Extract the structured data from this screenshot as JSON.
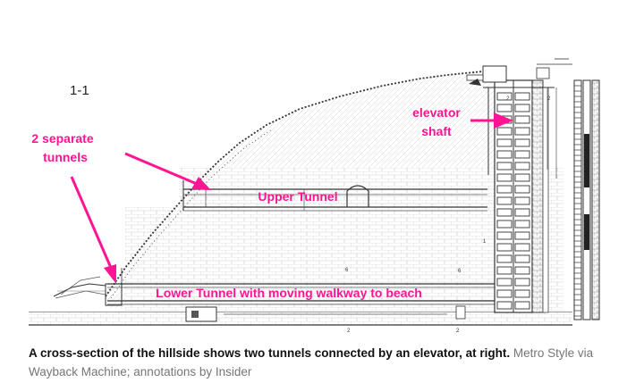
{
  "figure": {
    "section_label": "1-1",
    "annotations": {
      "elevator_line1": "elevator",
      "elevator_line2": "shaft",
      "separate_line1": "2 separate",
      "separate_line2": "tunnels",
      "upper_tunnel": "Upper Tunnel",
      "lower_tunnel": "Lower Tunnel with moving walkway to beach"
    },
    "colors": {
      "annotation": "#ff1493",
      "drawing": "#3a3a3a",
      "hatch": "#c8c8c8"
    }
  },
  "caption": {
    "main": "A cross-section of the hillside shows two tunnels connected by an elevator, at right.",
    "credit": "Metro Style via Wayback Machine; annotations by Insider"
  }
}
